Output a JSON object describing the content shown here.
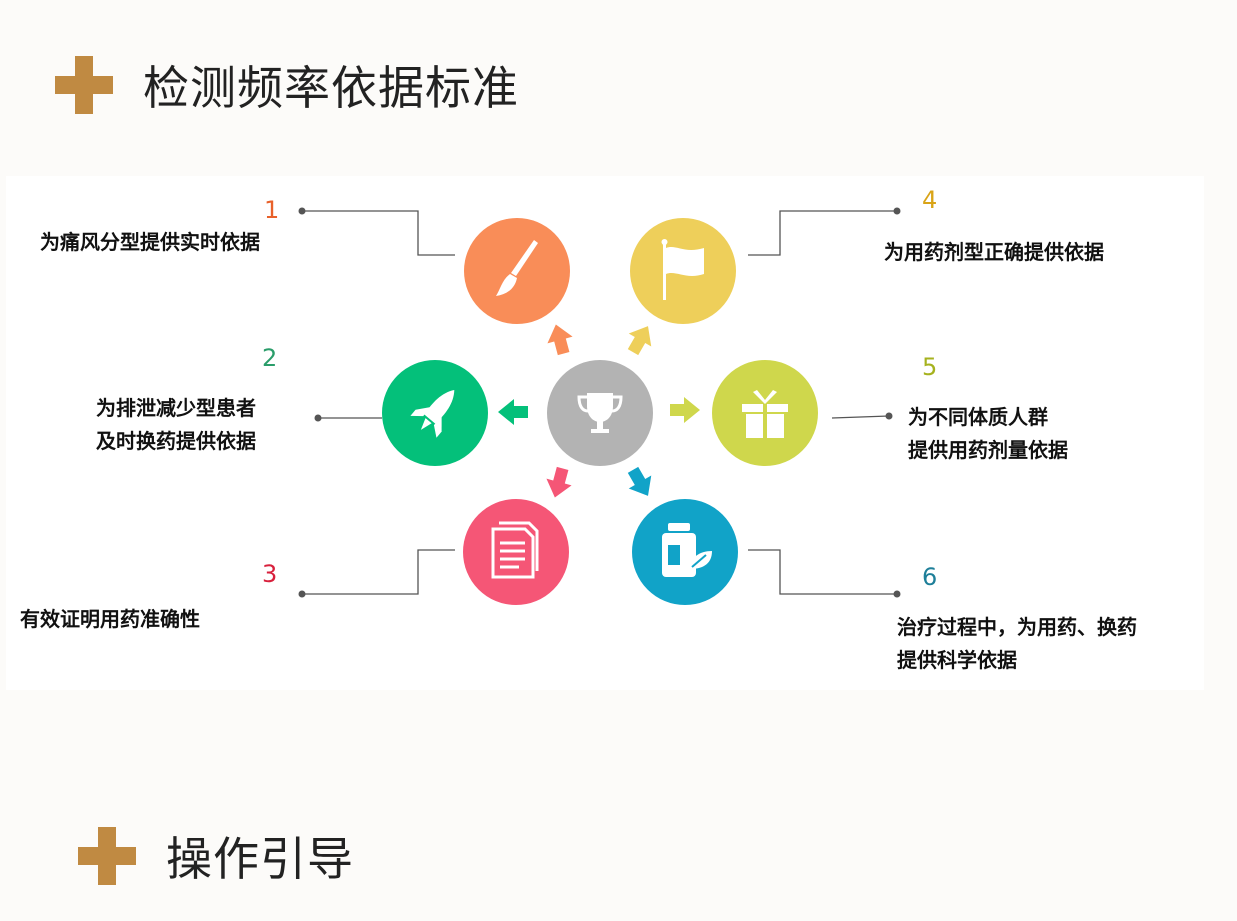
{
  "section1": {
    "title": "检测频率依据标准"
  },
  "section2": {
    "title": "操作引导"
  },
  "items": [
    {
      "number": "1",
      "text": "为痛风分型提供实时依据",
      "color": "#f98d58",
      "number_color": "#e8612a",
      "icon": "paintbrush-icon"
    },
    {
      "number": "2",
      "text_line1": "为排泄减少型患者",
      "text_line2": "及时换药提供依据",
      "color": "#04c07a",
      "number_color": "#2a9d6a",
      "icon": "rocket-icon"
    },
    {
      "number": "3",
      "text": "有效证明用药准确性",
      "color": "#f55676",
      "number_color": "#d8203c",
      "icon": "document-icon"
    },
    {
      "number": "4",
      "text": "为用药剂型正确提供依据",
      "color": "#eecf5a",
      "number_color": "#d9a418",
      "icon": "flag-icon"
    },
    {
      "number": "5",
      "text_line1": "为不同体质人群",
      "text_line2": "提供用药剂量依据",
      "color": "#cfd74c",
      "number_color": "#a6b21e",
      "icon": "gift-box-icon"
    },
    {
      "number": "6",
      "text_line1": "治疗过程中，为用药、换药",
      "text_line2": "提供科学依据",
      "color": "#11a3c8",
      "number_color": "#1e7f99",
      "icon": "medicine-bottle-icon"
    }
  ],
  "center": {
    "icon": "trophy-icon",
    "color": "#b3b3b3"
  }
}
